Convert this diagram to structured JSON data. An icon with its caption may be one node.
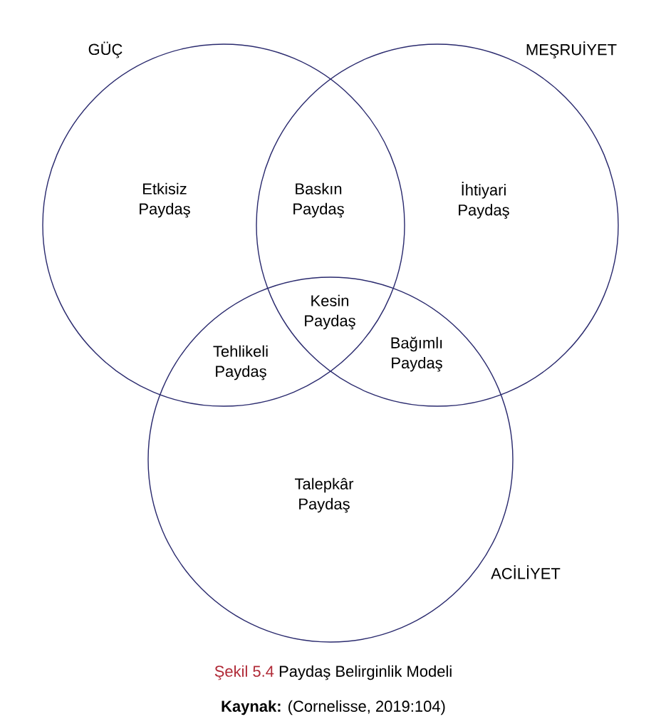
{
  "diagram": {
    "caption": "Paydaş Belirginlik Modeli",
    "nodes": [
      {
        "text": [
          "GÜÇ"
        ]
      },
      {
        "text": [
          "MEŞRUİYET"
        ]
      },
      {
        "text": [
          "ACİLİYET"
        ]
      }
    ],
    "labels": [
      "Etkisiz Paydaş",
      "Baskın Paydaş",
      "İhtiyari Paydaş",
      "Kesin Paydaş",
      "Tehlikeli Paydaş",
      "Bağımlı Paydaş",
      "Talepkâr Paydaş",
      "Şekil 5.4",
      "**Kaynak:** (Cornelisse, 2019:104)"
    ]
  }
}
